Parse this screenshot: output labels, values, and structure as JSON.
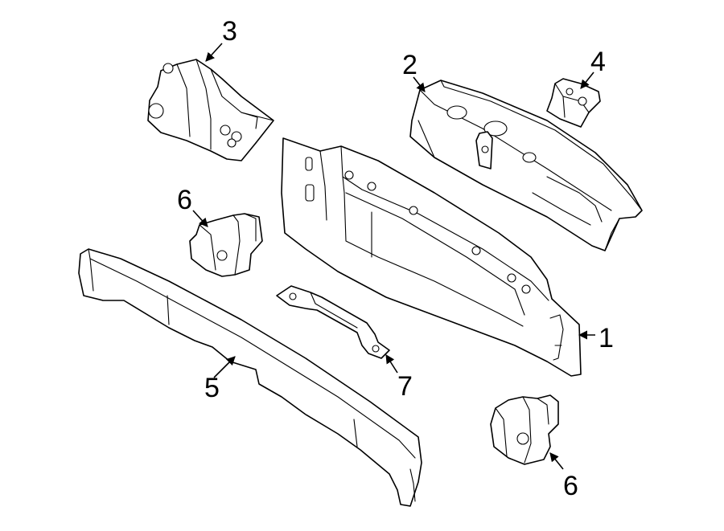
{
  "callouts": {
    "c1": "1",
    "c2": "2",
    "c3": "3",
    "c4": "4",
    "c5": "5",
    "c6a": "6",
    "c6b": "6",
    "c7": "7"
  },
  "colors": {
    "line": "#000000",
    "background": "#ffffff"
  }
}
